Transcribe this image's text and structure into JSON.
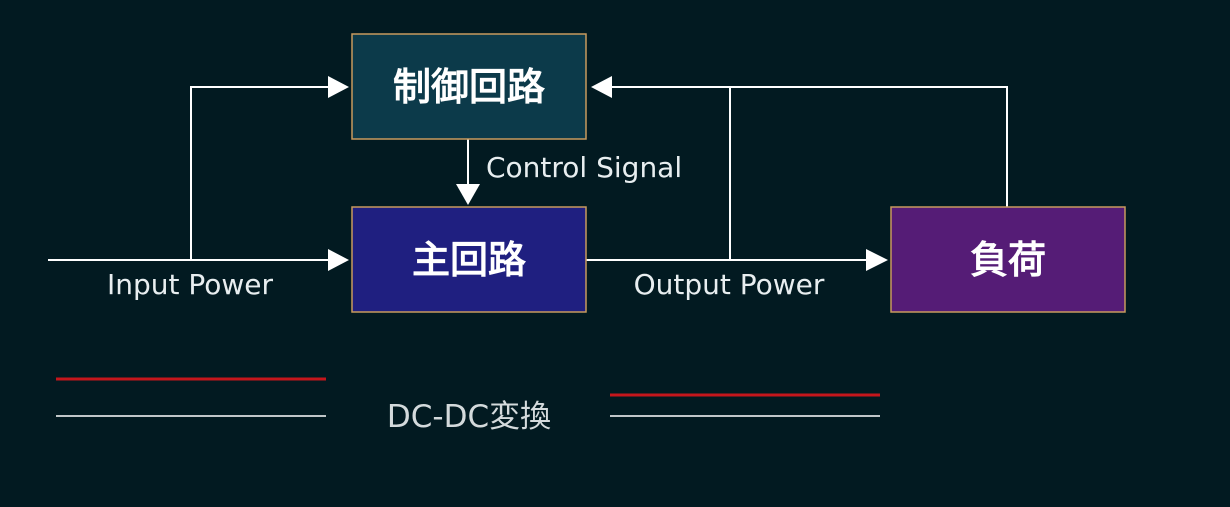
{
  "blocks": {
    "control_circuit": {
      "label": "制御回路",
      "fill": "#0c3a4a"
    },
    "main_circuit": {
      "label": "主回路",
      "fill": "#1f1f80"
    },
    "load": {
      "label": "負荷",
      "fill": "#551c76"
    }
  },
  "flows": {
    "input_power": "Input Power",
    "control_signal": "Control Signal",
    "output_power": "Output Power"
  },
  "caption": "DC-DC変換",
  "colors": {
    "background": "#021a21",
    "block_border": "#c89a5e",
    "line": "#ffffff",
    "accent_red": "#c4161c"
  }
}
